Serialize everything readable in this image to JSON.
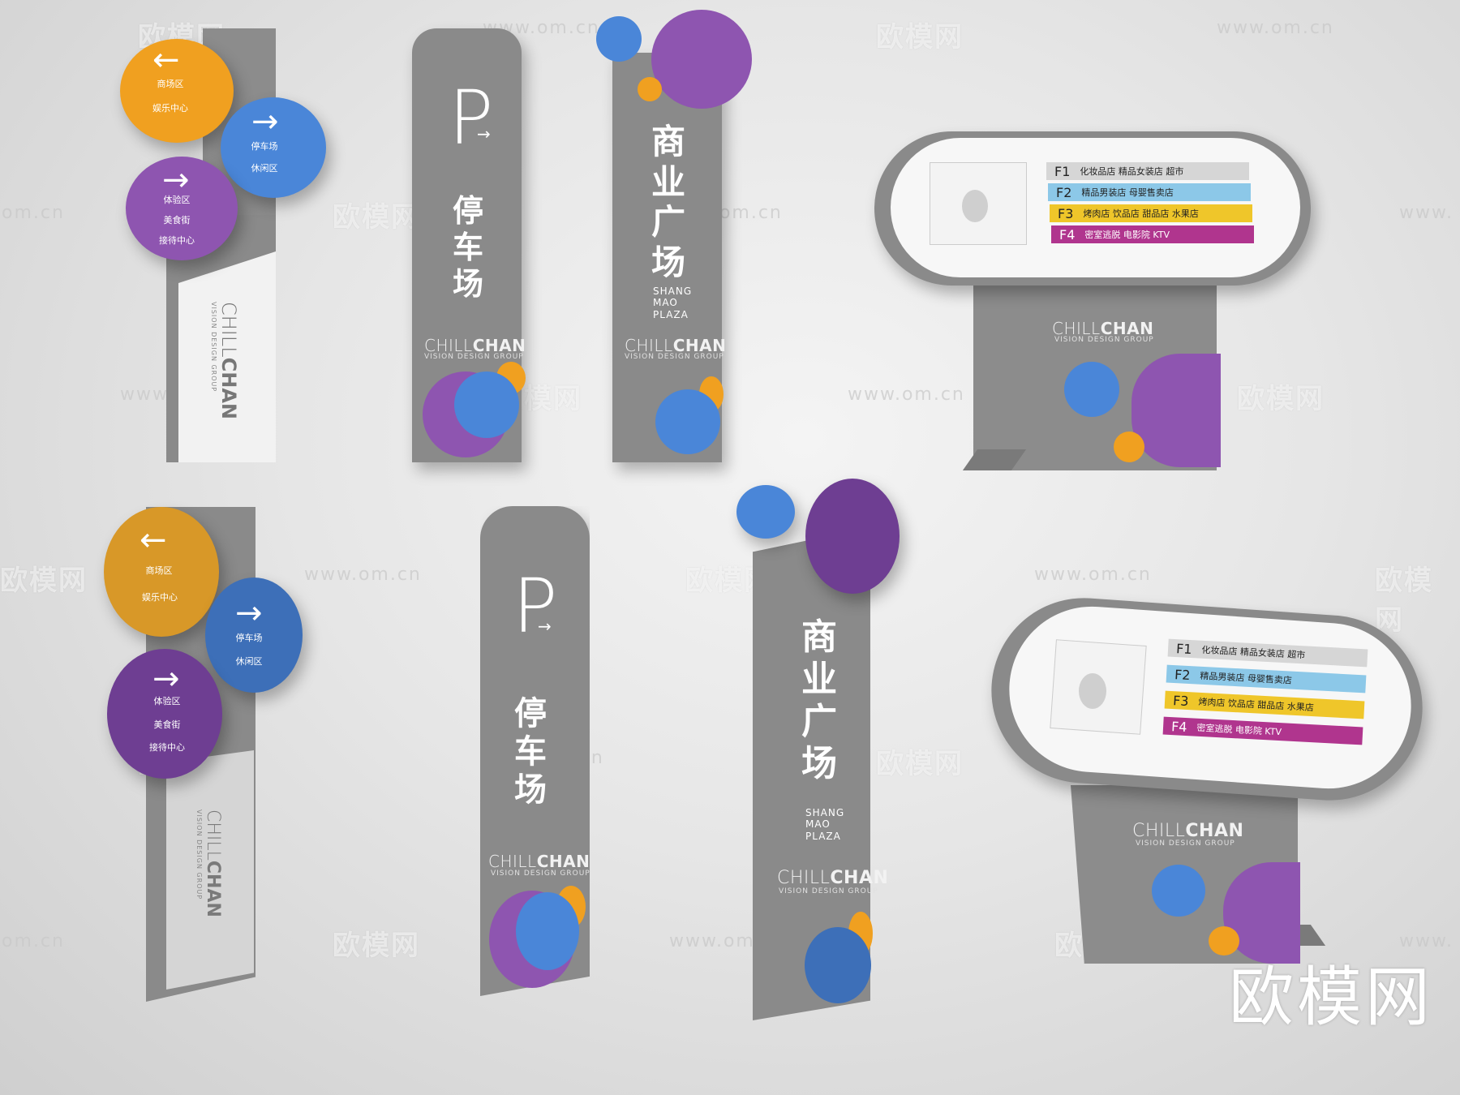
{
  "colors": {
    "orange": "#f0a020",
    "blue": "#4a86d8",
    "purple": "#8e55b0",
    "panel_gray": "#8a8a8a"
  },
  "brand": {
    "name_light": "CHILL",
    "name_bold": "CHAN",
    "tagline": "VISION DESIGN GROUP"
  },
  "directional_sign": {
    "left_circle": {
      "arrow": "←",
      "lines": [
        "商场区",
        "娱乐中心"
      ]
    },
    "right_circle": {
      "arrow": "→",
      "lines": [
        "停车场",
        "休闲区"
      ]
    },
    "bottom_circle": {
      "arrow": "→",
      "lines": [
        "体验区",
        "美食街",
        "接待中心"
      ]
    }
  },
  "parking_sign": {
    "letter": "P",
    "arrow": "→",
    "title": [
      "停",
      "车",
      "场"
    ]
  },
  "plaza_sign": {
    "title": [
      "商",
      "业",
      "广",
      "场"
    ],
    "english": [
      "SHANG",
      "MAO",
      "PLAZA"
    ]
  },
  "directory_sign": {
    "floors": [
      {
        "label": "F1",
        "shops": "化妆品店  精品女装店  超市",
        "color": "#d6d6d6"
      },
      {
        "label": "F2",
        "shops": "精品男装店  母婴售卖店",
        "color": "#8cc8e8"
      },
      {
        "label": "F3",
        "shops": "烤肉店  饮品店  甜品店  水果店",
        "color": "#efc62a"
      },
      {
        "label": "F4",
        "shops": "密室逃脱  电影院  KTV",
        "color": "#b0358e"
      }
    ]
  },
  "watermarks": {
    "site": "欧模网",
    "url": "www.om.cn",
    "url_fragment": "om.cn",
    "url_prefix": "www.",
    "corner": "欧模网"
  }
}
